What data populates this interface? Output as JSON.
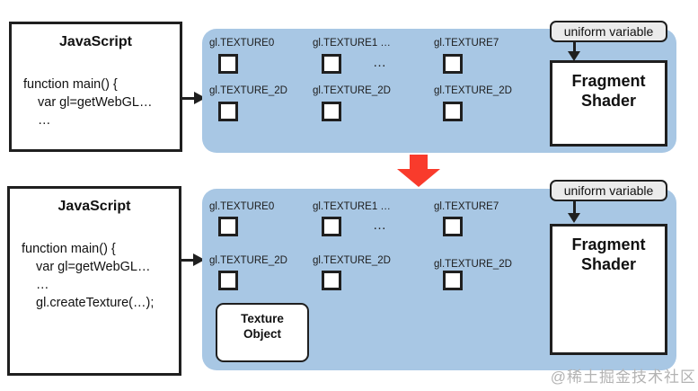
{
  "colors": {
    "panel_blue": "#a8c7e4",
    "line_dark": "#1f1f1f",
    "uniform_fill": "#ebebeb",
    "red_arrow": "#f93b2c",
    "watermark_gray": "#b3b3b3"
  },
  "top": {
    "js_box": {
      "title": "JavaScript",
      "code": [
        "function main() {",
        "var gl=getWebGL…",
        "…"
      ]
    },
    "panel": {
      "columns": [
        {
          "unit": "gl.TEXTURE0",
          "target": "gl.TEXTURE_2D"
        },
        {
          "unit": "gl.TEXTURE1 …",
          "target": "gl.TEXTURE_2D"
        },
        {
          "unit": "gl.TEXTURE7",
          "target": "gl.TEXTURE_2D"
        }
      ],
      "ellipsis": "…"
    },
    "uniform_variable": "uniform variable",
    "fragment_shader": "Fragment\nShader"
  },
  "bottom": {
    "js_box": {
      "title": "JavaScript",
      "code": [
        "function main() {",
        "var gl=getWebGL…",
        "…",
        "gl.createTexture(…);"
      ]
    },
    "panel": {
      "columns": [
        {
          "unit": "gl.TEXTURE0",
          "target": "gl.TEXTURE_2D"
        },
        {
          "unit": "gl.TEXTURE1 …",
          "target": "gl.TEXTURE_2D"
        },
        {
          "unit": "gl.TEXTURE7",
          "target": "gl.TEXTURE_2D"
        }
      ],
      "ellipsis": "…",
      "texture_object": "Texture\nObject"
    },
    "uniform_variable": "uniform variable",
    "fragment_shader": "Fragment\nShader"
  },
  "watermark": "@稀土掘金技术社区"
}
